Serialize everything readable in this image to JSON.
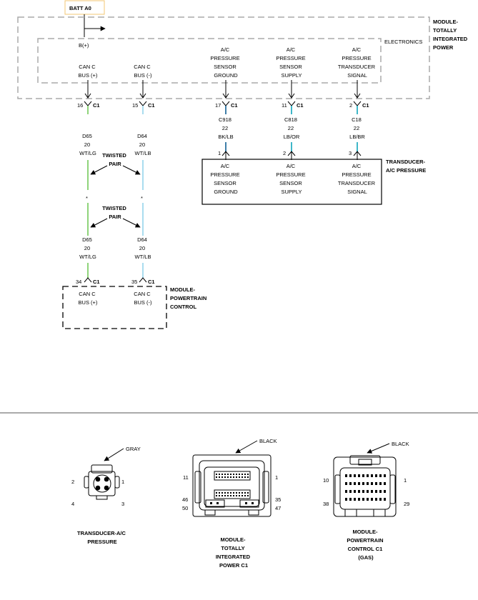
{
  "batt": {
    "label": "BATT A0"
  },
  "tipm": {
    "title": [
      "MODULE-",
      "TOTALLY",
      "INTEGRATED",
      "POWER"
    ],
    "electronics": "ELECTRONICS",
    "bplus": "B(+)",
    "pins": [
      {
        "lines": [
          "CAN C",
          "BUS (+)"
        ]
      },
      {
        "lines": [
          "CAN C",
          "BUS (-)"
        ]
      },
      {
        "lines": [
          "A/C",
          "PRESSURE",
          "SENSOR",
          "GROUND"
        ]
      },
      {
        "lines": [
          "A/C",
          "PRESSURE",
          "SENSOR",
          "SUPPLY"
        ]
      },
      {
        "lines": [
          "A/C",
          "PRESSURE",
          "TRANSDUCER",
          "SIGNAL"
        ]
      }
    ]
  },
  "upper_conn": [
    {
      "pin": "16",
      "conn": "C1"
    },
    {
      "pin": "15",
      "conn": "C1"
    },
    {
      "pin": "17",
      "conn": "C1"
    },
    {
      "pin": "11",
      "conn": "C1"
    },
    {
      "pin": "2",
      "conn": "C1"
    }
  ],
  "wires_upper": [
    {
      "circuit": "D65",
      "gauge": "20",
      "color": "WT/LG"
    },
    {
      "circuit": "D64",
      "gauge": "20",
      "color": "WT/LB"
    },
    {
      "circuit": "C918",
      "gauge": "22",
      "color": "BK/LB"
    },
    {
      "circuit": "C818",
      "gauge": "22",
      "color": "LB/OR"
    },
    {
      "circuit": "C18",
      "gauge": "22",
      "color": "LB/BR"
    }
  ],
  "wires_lower": [
    {
      "circuit": "D65",
      "gauge": "20",
      "color": "WT/LG"
    },
    {
      "circuit": "D64",
      "gauge": "20",
      "color": "WT/LB"
    }
  ],
  "twisted": {
    "lines": [
      "TWISTED",
      "PAIR"
    ]
  },
  "splice_mark": "*",
  "transducer": {
    "title": [
      "TRANSDUCER-",
      "A/C PRESSURE"
    ],
    "pins": [
      "1",
      "2",
      "3"
    ],
    "labels": [
      {
        "lines": [
          "A/C",
          "PRESSURE",
          "SENSOR",
          "GROUND"
        ]
      },
      {
        "lines": [
          "A/C",
          "PRESSURE",
          "SENSOR",
          "SUPPLY"
        ]
      },
      {
        "lines": [
          "A/C",
          "PRESSURE",
          "TRANSDUCER",
          "SIGNAL"
        ]
      }
    ]
  },
  "pcm_conn": [
    {
      "pin": "34",
      "conn": "C1"
    },
    {
      "pin": "35",
      "conn": "C1"
    }
  ],
  "pcm": {
    "title": [
      "MODULE-",
      "POWERTRAIN",
      "CONTROL"
    ],
    "pins": [
      {
        "lines": [
          "CAN C",
          "BUS (+)"
        ]
      },
      {
        "lines": [
          "CAN C",
          "BUS (-)"
        ]
      }
    ]
  },
  "connectors": {
    "transducer": {
      "color_label": "GRAY",
      "pins": [
        "2",
        "1",
        "4",
        "3"
      ],
      "caption": [
        "TRANSDUCER-A/C",
        "PRESSURE"
      ]
    },
    "tipm": {
      "color_label": "BLACK",
      "pins": [
        "11",
        "1",
        "46",
        "35",
        "50",
        "47"
      ],
      "caption": [
        "MODULE-",
        "TOTALLY",
        "INTEGRATED",
        "POWER C1"
      ]
    },
    "pcm": {
      "color_label": "BLACK",
      "pins": [
        "10",
        "1",
        "38",
        "29"
      ],
      "caption": [
        "MODULE-",
        "POWERTRAIN",
        "CONTROL C1",
        "(GAS)"
      ]
    }
  },
  "colors": {
    "wire_green": "#8fd47a",
    "wire_blue": "#a9dcef",
    "wire_blue_dark": "#3fb7c9"
  }
}
